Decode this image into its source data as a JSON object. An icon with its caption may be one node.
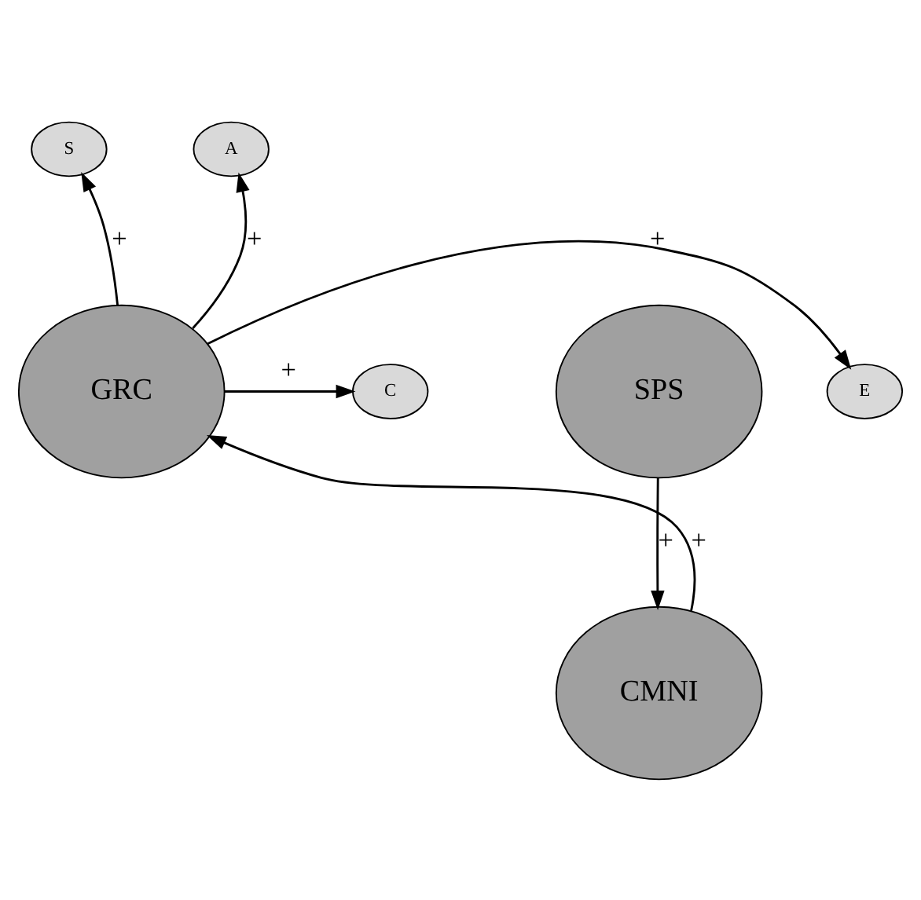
{
  "diagram": {
    "nodes": [
      {
        "text": [
          "SPS"
        ]
      },
      {
        "text": [
          "GRC"
        ]
      },
      {
        "text": [
          "CMNI"
        ]
      },
      {
        "text": [
          "C"
        ]
      },
      {
        "text": [
          "S"
        ]
      },
      {
        "text": [
          "A"
        ]
      },
      {
        "text": [
          "E"
        ]
      }
    ],
    "edges": [
      {
        "from": 0,
        "to": 2,
        "arrow": "to",
        "label": "+"
      },
      {
        "from": 2,
        "to": 1,
        "arrow": "to",
        "label": "+"
      },
      {
        "from": 1,
        "to": 3,
        "arrow": "to",
        "label": "+"
      },
      {
        "from": 1,
        "to": 4,
        "arrow": "to",
        "label": "+"
      },
      {
        "from": 1,
        "to": 5,
        "arrow": "to",
        "label": "+"
      },
      {
        "from": 1,
        "to": 6,
        "arrow": "to",
        "label": "+"
      }
    ]
  }
}
